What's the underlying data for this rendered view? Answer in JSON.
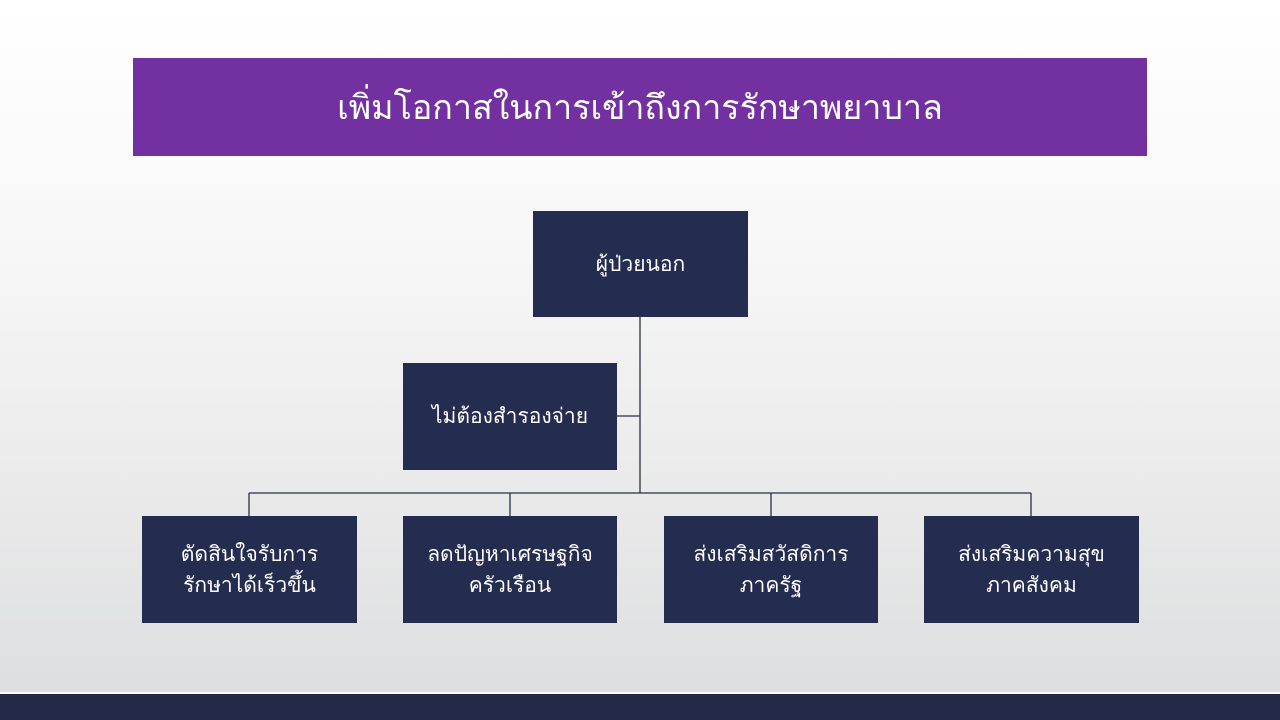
{
  "slide": {
    "title": "เพิ่มโอกาสในการเข้าถึงการรักษาพยาบาล",
    "colors": {
      "title_bg": "#7330a0",
      "box_bg": "#242c4f",
      "text": "#ffffff",
      "connector": "#2a2f44"
    }
  },
  "org_chart": {
    "root": "ผู้ป่วยนอก",
    "assistant": "ไม่ต้องสำรองจ่าย",
    "children": [
      {
        "line1": "ตัดสินใจรับการ",
        "line2": "รักษาได้เร็วขึ้น"
      },
      {
        "line1": "ลดปัญหาเศรษฐกิจ",
        "line2": "ครัวเรือน"
      },
      {
        "line1": "ส่งเสริมสวัสดิการ",
        "line2": "ภาครัฐ"
      },
      {
        "line1": "ส่งเสริมความสุข",
        "line2": "ภาคสังคม"
      }
    ]
  }
}
